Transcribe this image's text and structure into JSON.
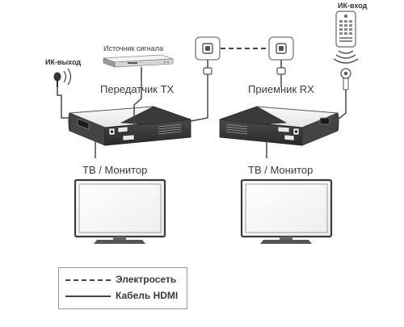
{
  "labels": {
    "signal_source": "Источник сигнала",
    "ir_out": "ИК-выход",
    "ir_in": "ИК-вход",
    "transmitter": "Передатчик TX",
    "receiver": "Приемник RX",
    "tv_left": "ТВ / Монитор",
    "tv_right": "ТВ / Монитор"
  },
  "legend": {
    "power_line": "Электросеть",
    "hdmi_cable": "Кабель HDMI"
  },
  "colors": {
    "line": "#4a4a4a",
    "device_dark": "#3d3d3d",
    "device_light": "#f2f2f2"
  }
}
